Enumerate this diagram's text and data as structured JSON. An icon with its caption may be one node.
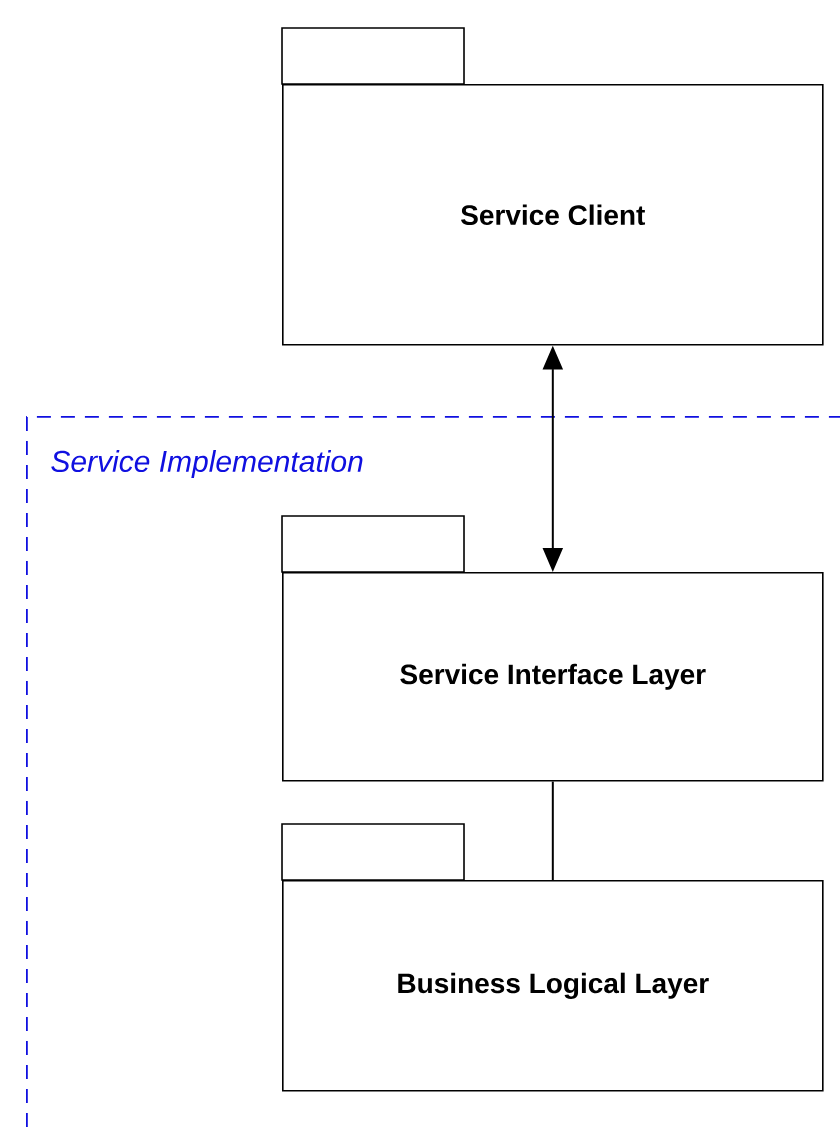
{
  "diagram": {
    "nodes": [
      {
        "text": [
          "Service Client"
        ]
      },
      {
        "text": [
          "Service Implementation"
        ]
      },
      {
        "text": [
          "Service Interface Layer"
        ],
        "in": 1
      },
      {
        "text": [
          "Business Logical Layer"
        ],
        "in": 1
      }
    ],
    "edges": [
      {
        "from": 0,
        "to": 2,
        "arrow": "both"
      },
      {
        "from": 2,
        "to": 3,
        "arrow": "none"
      }
    ]
  }
}
